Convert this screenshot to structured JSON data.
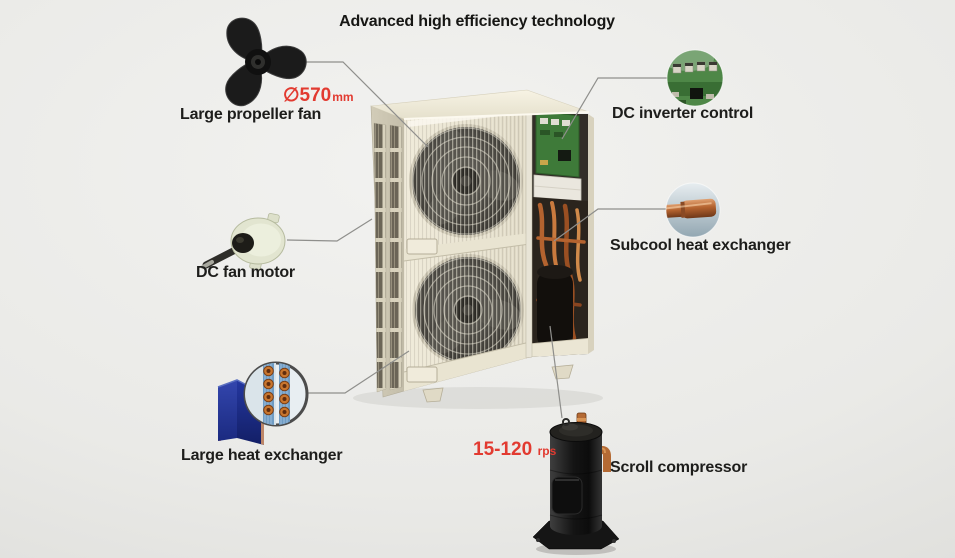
{
  "title": "Advanced high efficiency technology",
  "callouts": {
    "propeller_fan": {
      "label": "Large propeller fan",
      "spec_value": "∅570",
      "spec_unit": "mm"
    },
    "dc_fan_motor": {
      "label": "DC fan motor"
    },
    "large_heat_exchanger": {
      "label": "Large heat exchanger"
    },
    "dc_inverter_control": {
      "label": "DC inverter control"
    },
    "subcool_heat_exchanger": {
      "label": "Subcool heat exchanger"
    },
    "scroll_compressor": {
      "label": "Scroll compressor",
      "spec_value": "15-120",
      "spec_unit": "rps"
    }
  },
  "colors": {
    "accent_red": "#e23a30",
    "label_text": "#1d1d1b",
    "background": "#eaeae7",
    "cabinet_cream": "#ece7d5",
    "pcb_green": "#4e8747",
    "copper": "#b4632f",
    "heat_exchanger_blue": "#2437a0"
  }
}
